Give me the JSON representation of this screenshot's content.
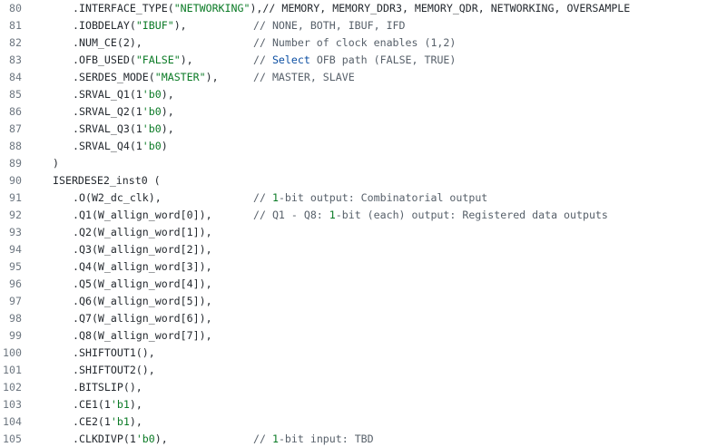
{
  "lines": [
    {
      "num": "80",
      "indent": 1,
      "code": [
        {
          "t": ".INTERFACE_TYPE("
        },
        {
          "t": "\"NETWORKING\"",
          "c": "str"
        },
        {
          "t": "),// MEMORY, MEMORY_DDR3, MEMORY_QDR, NETWORKING, OVERSAMPLE"
        }
      ],
      "comment": []
    },
    {
      "num": "81",
      "indent": 1,
      "code": [
        {
          "t": ".IOBDELAY("
        },
        {
          "t": "\"IBUF\"",
          "c": "str"
        },
        {
          "t": "),"
        }
      ],
      "comment": [
        {
          "t": "// NONE, BOTH, IBUF, IFD"
        }
      ]
    },
    {
      "num": "82",
      "indent": 1,
      "code": [
        {
          "t": ".NUM_CE(2),"
        }
      ],
      "comment": [
        {
          "t": "// Number of clock enables (1,2)"
        }
      ]
    },
    {
      "num": "83",
      "indent": 1,
      "code": [
        {
          "t": ".OFB_USED("
        },
        {
          "t": "\"FALSE\"",
          "c": "str"
        },
        {
          "t": "),"
        }
      ],
      "comment": [
        {
          "t": "// "
        },
        {
          "t": "Select",
          "c": "kw"
        },
        {
          "t": " OFB path (FALSE, TRUE)"
        }
      ]
    },
    {
      "num": "84",
      "indent": 1,
      "code": [
        {
          "t": ".SERDES_MODE("
        },
        {
          "t": "\"MASTER\"",
          "c": "str"
        },
        {
          "t": "),"
        }
      ],
      "comment": [
        {
          "t": "// MASTER, SLAVE"
        }
      ]
    },
    {
      "num": "85",
      "indent": 1,
      "code": [
        {
          "t": ".SRVAL_Q1(1"
        },
        {
          "t": "'b0",
          "c": "num"
        },
        {
          "t": "),"
        }
      ],
      "comment": []
    },
    {
      "num": "86",
      "indent": 1,
      "code": [
        {
          "t": ".SRVAL_Q2(1"
        },
        {
          "t": "'b0",
          "c": "num"
        },
        {
          "t": "),"
        }
      ],
      "comment": []
    },
    {
      "num": "87",
      "indent": 1,
      "code": [
        {
          "t": ".SRVAL_Q3(1"
        },
        {
          "t": "'b0",
          "c": "num"
        },
        {
          "t": "),"
        }
      ],
      "comment": []
    },
    {
      "num": "88",
      "indent": 1,
      "code": [
        {
          "t": ".SRVAL_Q4(1"
        },
        {
          "t": "'b0",
          "c": "num"
        },
        {
          "t": ")"
        }
      ],
      "comment": []
    },
    {
      "num": "89",
      "indent": 0,
      "code": [
        {
          "t": ")"
        }
      ],
      "comment": []
    },
    {
      "num": "90",
      "indent": 0,
      "code": [
        {
          "t": "ISERDESE2_inst0 ("
        }
      ],
      "comment": []
    },
    {
      "num": "91",
      "indent": 1,
      "code": [
        {
          "t": ".O(W2_dc_clk),"
        }
      ],
      "comment": [
        {
          "t": "// "
        },
        {
          "t": "1",
          "c": "num"
        },
        {
          "t": "-bit output: Combinatorial output"
        }
      ]
    },
    {
      "num": "92",
      "indent": 1,
      "code": [
        {
          "t": ".Q1(W_allign_word[0]),"
        }
      ],
      "comment": [
        {
          "t": "// Q1 - Q8: "
        },
        {
          "t": "1",
          "c": "num"
        },
        {
          "t": "-bit (each) output: Registered data outputs"
        }
      ]
    },
    {
      "num": "93",
      "indent": 1,
      "code": [
        {
          "t": ".Q2(W_allign_word[1]),"
        }
      ],
      "comment": []
    },
    {
      "num": "94",
      "indent": 1,
      "code": [
        {
          "t": ".Q3(W_allign_word[2]),"
        }
      ],
      "comment": []
    },
    {
      "num": "95",
      "indent": 1,
      "code": [
        {
          "t": ".Q4(W_allign_word[3]),"
        }
      ],
      "comment": []
    },
    {
      "num": "96",
      "indent": 1,
      "code": [
        {
          "t": ".Q5(W_allign_word[4]),"
        }
      ],
      "comment": []
    },
    {
      "num": "97",
      "indent": 1,
      "code": [
        {
          "t": ".Q6(W_allign_word[5]),"
        }
      ],
      "comment": []
    },
    {
      "num": "98",
      "indent": 1,
      "code": [
        {
          "t": ".Q7(W_allign_word[6]),"
        }
      ],
      "comment": []
    },
    {
      "num": "99",
      "indent": 1,
      "code": [
        {
          "t": ".Q8(W_allign_word[7]),"
        }
      ],
      "comment": []
    },
    {
      "num": "100",
      "indent": 1,
      "code": [
        {
          "t": ".SHIFTOUT1(),"
        }
      ],
      "comment": []
    },
    {
      "num": "101",
      "indent": 1,
      "code": [
        {
          "t": ".SHIFTOUT2(),"
        }
      ],
      "comment": []
    },
    {
      "num": "102",
      "indent": 1,
      "code": [
        {
          "t": ".BITSLIP(),"
        }
      ],
      "comment": []
    },
    {
      "num": "103",
      "indent": 1,
      "code": [
        {
          "t": ".CE1(1"
        },
        {
          "t": "'b1",
          "c": "num"
        },
        {
          "t": "),"
        }
      ],
      "comment": []
    },
    {
      "num": "104",
      "indent": 1,
      "code": [
        {
          "t": ".CE2(1"
        },
        {
          "t": "'b1",
          "c": "num"
        },
        {
          "t": "),"
        }
      ],
      "comment": []
    },
    {
      "num": "105",
      "indent": 1,
      "code": [
        {
          "t": ".CLKDIVP(1"
        },
        {
          "t": "'b0",
          "c": "num"
        },
        {
          "t": "),"
        }
      ],
      "comment": [
        {
          "t": "// "
        },
        {
          "t": "1",
          "c": "num"
        },
        {
          "t": "-bit input: TBD"
        }
      ]
    }
  ]
}
